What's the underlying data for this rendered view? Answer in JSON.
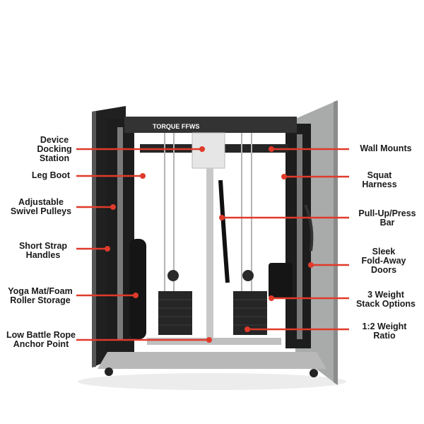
{
  "brand": {
    "name": "TORQUE",
    "sub": "FFWS"
  },
  "colors": {
    "callout": "#e03a2a",
    "frame": "#1b1b1b",
    "panel": "#a9abab"
  },
  "callouts_left": [
    {
      "id": "device-docking-station",
      "lines": [
        "Device",
        "Docking",
        "Station"
      ]
    },
    {
      "id": "leg-boot",
      "lines": [
        "Leg Boot"
      ]
    },
    {
      "id": "adjustable-swivel-pulleys",
      "lines": [
        "Adjustable",
        "Swivel Pulleys"
      ]
    },
    {
      "id": "short-strap-handles",
      "lines": [
        "Short Strap",
        "Handles"
      ]
    },
    {
      "id": "yoga-mat-foam-roller-storage",
      "lines": [
        "Yoga Mat/Foam",
        "Roller Storage"
      ]
    },
    {
      "id": "low-battle-rope-anchor-point",
      "lines": [
        "Low Battle Rope",
        "Anchor Point"
      ]
    }
  ],
  "callouts_right": [
    {
      "id": "wall-mounts",
      "lines": [
        "Wall Mounts"
      ]
    },
    {
      "id": "squat-harness",
      "lines": [
        "Squat",
        "Harness"
      ]
    },
    {
      "id": "pull-up-press-bar",
      "lines": [
        "Pull-Up/Press",
        "Bar"
      ]
    },
    {
      "id": "sleek-fold-away-doors",
      "lines": [
        "Sleek",
        "Fold-Away",
        "Doors"
      ]
    },
    {
      "id": "3-weight-stack-options",
      "lines": [
        "3 Weight",
        "Stack Options"
      ]
    },
    {
      "id": "1-2-weight-ratio",
      "lines": [
        "1:2 Weight",
        "Ratio"
      ]
    }
  ]
}
